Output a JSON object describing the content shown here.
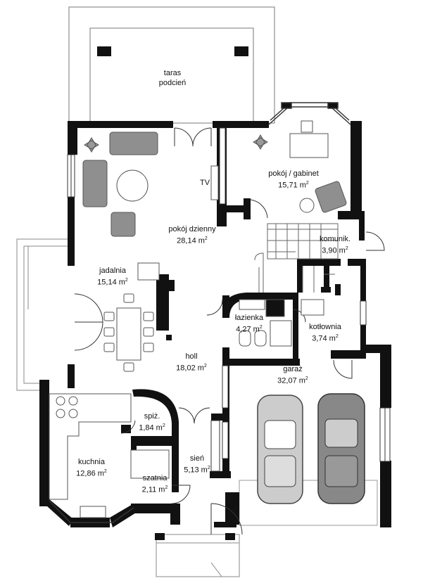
{
  "rooms": {
    "terrace": {
      "name_line1": "taras",
      "name_line2": "podcień"
    },
    "living": {
      "name": "pokój dzienny",
      "area": "28,14 m",
      "unit_sup": "2"
    },
    "study": {
      "name": "pokój / gabinet",
      "area": "15,71 m",
      "unit_sup": "2"
    },
    "communication": {
      "name": "komunik.",
      "area": "3,90 m",
      "unit_sup": "2"
    },
    "dining": {
      "name": "jadalnia",
      "area": "15,14 m",
      "unit_sup": "2"
    },
    "bathroom": {
      "name": "łazienka",
      "area": "4,27 m",
      "unit_sup": "2"
    },
    "boiler": {
      "name": "kotłownia",
      "area": "3,74 m",
      "unit_sup": "2"
    },
    "hall": {
      "name": "holl",
      "area": "18,02 m",
      "unit_sup": "2"
    },
    "garage": {
      "name": "garaż",
      "area": "32,07 m",
      "unit_sup": "2"
    },
    "pantry": {
      "name": "spiż.",
      "area": "1,84 m",
      "unit_sup": "2"
    },
    "kitchen": {
      "name": "kuchnia",
      "area": "12,86 m",
      "unit_sup": "2"
    },
    "vestibule": {
      "name": "sień",
      "area": "5,13 m",
      "unit_sup": "2"
    },
    "wardrobe": {
      "name": "szatnia",
      "area": "2,11 m",
      "unit_sup": "2"
    }
  },
  "tv_label": "TV",
  "colors": {
    "wall": "#111111",
    "furniture": "#8f8f8f",
    "line": "#555555",
    "background": "#ffffff"
  }
}
